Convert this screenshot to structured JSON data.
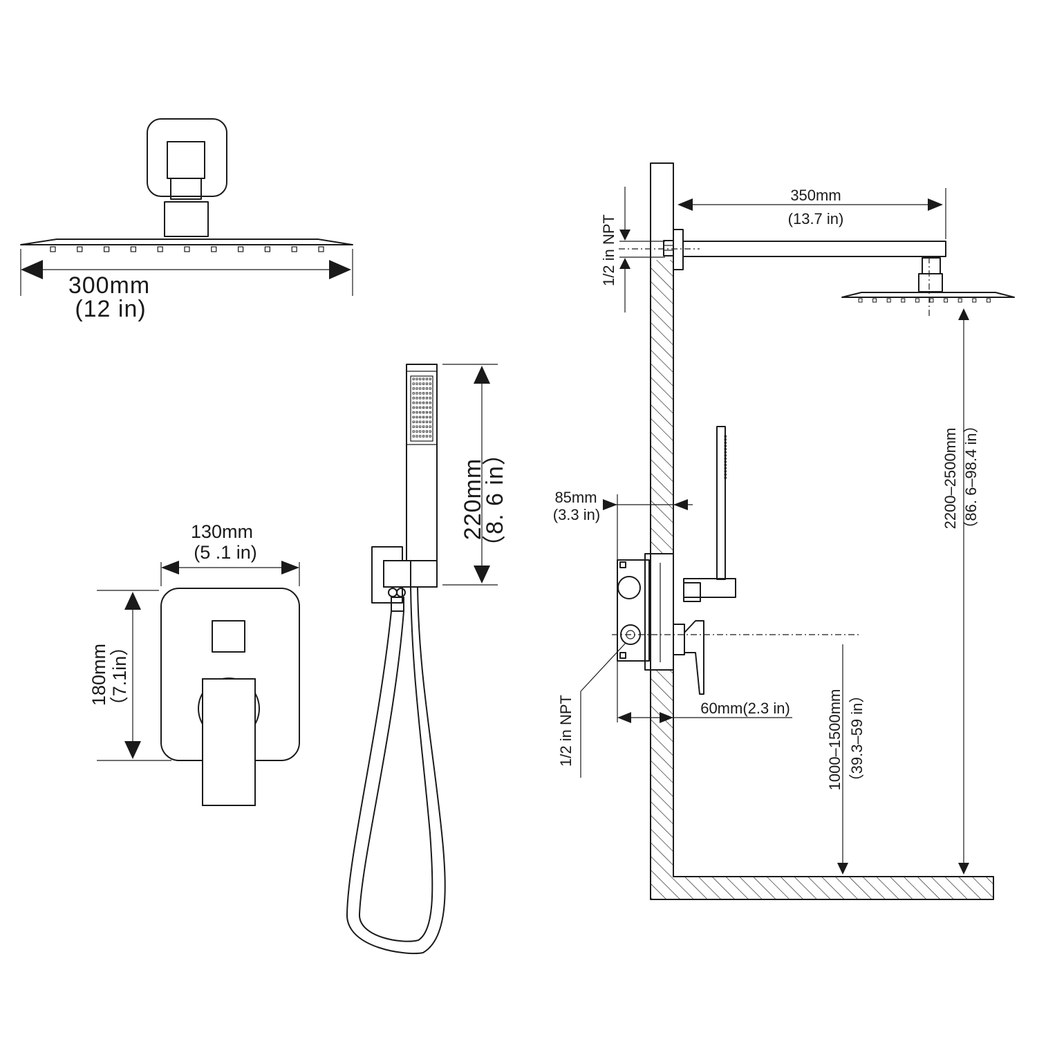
{
  "showerhead_top": {
    "width_mm": "300mm",
    "width_in": "(12  in)"
  },
  "valve_front": {
    "width_mm": "130mm",
    "width_in": "(5 .1 in)",
    "height_mm": "180mm",
    "height_in": "（7.1in）"
  },
  "handshower": {
    "length_mm": "220mm",
    "length_in": "（8. 6  in）"
  },
  "side_view": {
    "arm_length_mm": "350mm",
    "arm_length_in": "(13.7 in)",
    "arm_thread": "1/2  in NPT",
    "wall_depth_mm": "85mm",
    "wall_depth_in": "(3.3 in)",
    "body_depth": "60mm(2.3 in)",
    "inlet_thread": "1/2 in NPT",
    "valve_height_mm": "1000–1500mm",
    "valve_height_in": "（39.3–59  in）",
    "head_height_mm": "2200–2500mm",
    "head_height_in": "（86. 6–98.4  in）"
  }
}
